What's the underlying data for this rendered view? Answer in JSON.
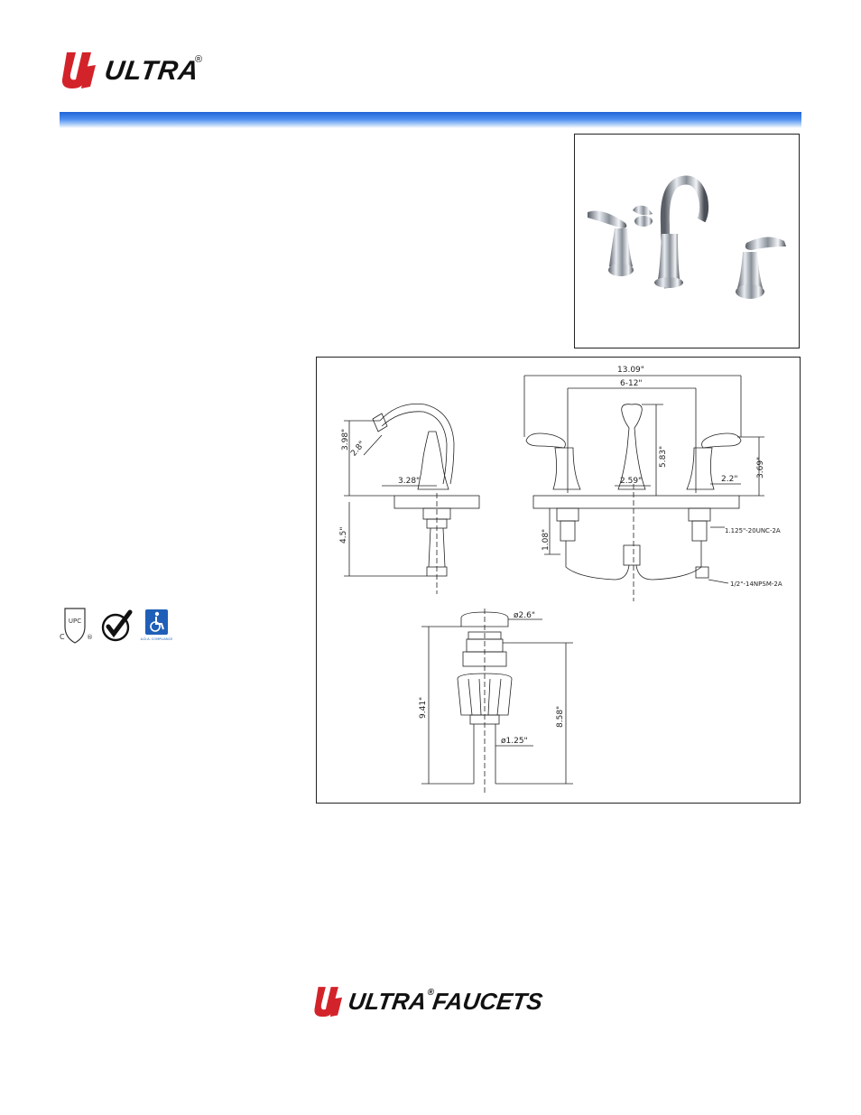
{
  "header": {
    "brand_name": "ULTRA",
    "registered_mark": "®"
  },
  "drawing": {
    "dimensions": {
      "overall_width": "13.09\"",
      "center_spread": "6-12\"",
      "spout_height": "5.83\"",
      "handle_height": "3.69\"",
      "handle_offset": "2.2\"",
      "base_width": "2.59\"",
      "spout_reach": "3.28\"",
      "spout_rise": "3.98\"",
      "aerator_dim": "2.8\"",
      "shank_length": "4.5\"",
      "valve_shank": "1.08\"",
      "thread_spec_1": "1.125\"-20UNC-2A",
      "thread_spec_2": "1/2\"-14NPSM-2A",
      "drain_cap_dia": "ø2.6\"",
      "drain_total": "9.41\"",
      "drain_body": "8.58\"",
      "drain_pipe_dia": "ø1.25\""
    }
  },
  "certifications": {
    "upc_letters": "UPC",
    "upc_c": "C",
    "upc_r": "®",
    "ada_text": "A.D.A. COMPLIANCE"
  },
  "footer": {
    "brand_name": "ULTRA",
    "registered_mark": "®",
    "suffix": "FAUCETS"
  },
  "colors": {
    "brand_red": "#d3232a",
    "bar_blue": "#2f74e0",
    "ada_blue": "#1f5fb8"
  }
}
